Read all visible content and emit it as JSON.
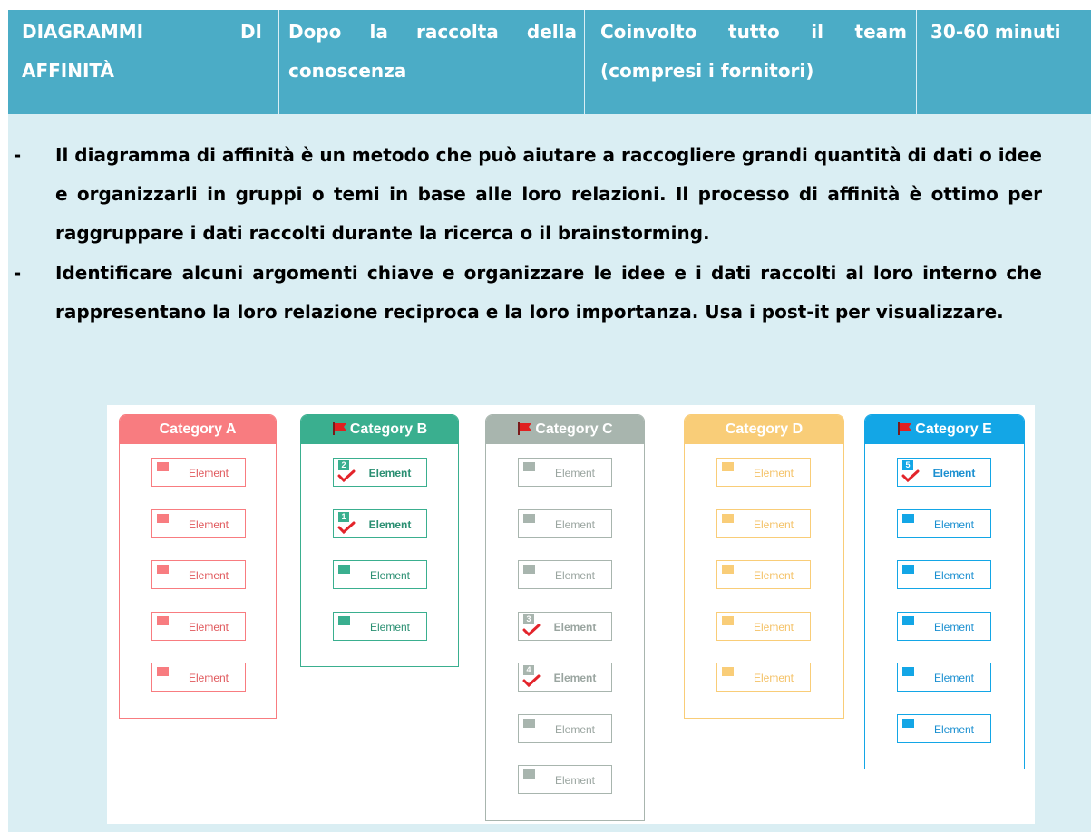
{
  "header": {
    "col1_line1_a": "DIAGRAMMI",
    "col1_line1_b": "DI",
    "col1_line2": "AFFINITÀ",
    "col2_line1": "Dopo la raccolta della",
    "col2_line2": "conoscenza",
    "col3_line1": "Coinvolto tutto il team",
    "col3_line2": "(compresi i fornitori)",
    "col4": "30-60 minuti"
  },
  "bullets": [
    {
      "marker": "-",
      "text": "Il diagramma di affinità è un metodo che può aiutare a raccogliere grandi quantità di dati o idee e organizzarli in gruppi o temi in base alle loro relazioni. Il processo di affinità è ottimo per raggruppare i dati raccolti durante la ricerca o il brainstorming."
    },
    {
      "marker": "-",
      "text": "Identificare alcuni argomenti chiave e organizzare le idee e i dati raccolti al loro interno che rappresentano la loro relazione reciproca e la loro importanza. Usa i post-it per visualizzare."
    }
  ],
  "diagram": {
    "categories": [
      {
        "name": "Category A",
        "color": "#f87c80",
        "flag": false,
        "text_color": "#e0575b",
        "elements": [
          {
            "label": "Element",
            "num": null
          },
          {
            "label": "Element",
            "num": null
          },
          {
            "label": "Element",
            "num": null
          },
          {
            "label": "Element",
            "num": null
          },
          {
            "label": "Element",
            "num": null
          }
        ]
      },
      {
        "name": "Category B",
        "color": "#3aaf8f",
        "flag": true,
        "text_color": "#2a8f72",
        "elements": [
          {
            "label": "Element",
            "num": "2"
          },
          {
            "label": "Element",
            "num": "1"
          },
          {
            "label": "Element",
            "num": null
          },
          {
            "label": "Element",
            "num": null
          }
        ]
      },
      {
        "name": "Category C",
        "color": "#a8b5ae",
        "flag": true,
        "text_color": "#9aa5a0",
        "elements": [
          {
            "label": "Element",
            "num": null
          },
          {
            "label": "Element",
            "num": null
          },
          {
            "label": "Element",
            "num": null
          },
          {
            "label": "Element",
            "num": "3"
          },
          {
            "label": "Element",
            "num": "4"
          },
          {
            "label": "Element",
            "num": null
          },
          {
            "label": "Element",
            "num": null
          }
        ]
      },
      {
        "name": "Category D",
        "color": "#f9cd78",
        "flag": false,
        "text_color": "#f4c165",
        "elements": [
          {
            "label": "Element",
            "num": null
          },
          {
            "label": "Element",
            "num": null
          },
          {
            "label": "Element",
            "num": null
          },
          {
            "label": "Element",
            "num": null
          },
          {
            "label": "Element",
            "num": null
          }
        ]
      },
      {
        "name": "Category E",
        "color": "#13a6e6",
        "flag": true,
        "text_color": "#1a8fd0",
        "elements": [
          {
            "label": "Element",
            "num": "5"
          },
          {
            "label": "Element",
            "num": null
          },
          {
            "label": "Element",
            "num": null
          },
          {
            "label": "Element",
            "num": null
          },
          {
            "label": "Element",
            "num": null
          },
          {
            "label": "Element",
            "num": null
          }
        ]
      }
    ]
  }
}
